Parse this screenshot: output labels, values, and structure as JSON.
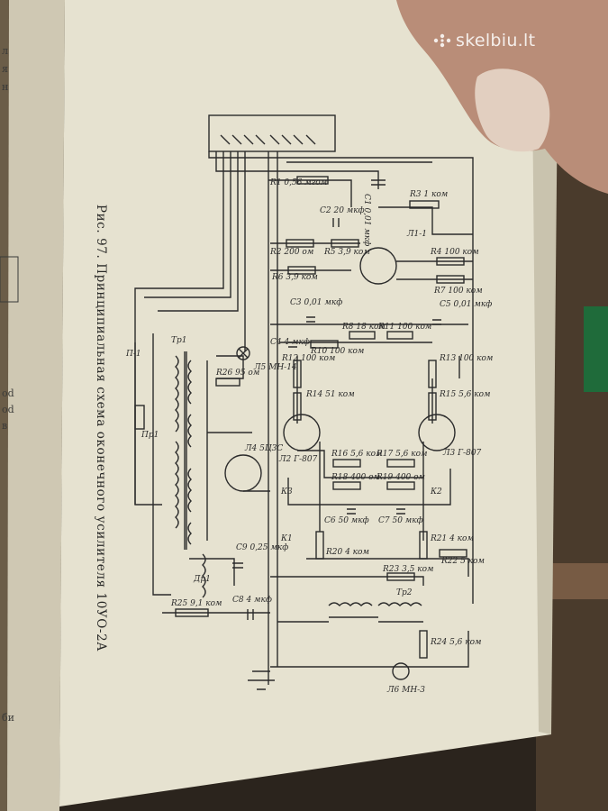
{
  "watermark": {
    "text": "skelbiu.lt",
    "color": "#ffffff"
  },
  "caption": "Рис. 97. Принципиальная схема оконечного усилителя 10УО-2А",
  "colors": {
    "page": "#e8e4d3",
    "ink": "#2b2b2b",
    "thumb": "#b98d78",
    "wood": "#4a3b2c"
  },
  "schematic_labels": {
    "r1": "R1 0,56 мгом",
    "c1": "C1 0,01 мкф",
    "r3": "R3 1 ком",
    "c2": "C2 20 мкф",
    "a1": "Л1-1",
    "r2": "R2 200 ом",
    "r5": "R5 3,9 ком",
    "r4": "R4 100 ком",
    "r6": "R6 3,9 ком",
    "r7": "R7 100 ком",
    "c3": "C3 0,01 мкф",
    "r8": "R8 18 ком",
    "r11": "R11 100 ком",
    "c5": "C5 0,01 мкф",
    "r10": "R10 100 ком",
    "c4": "C4 4 мкф",
    "r12": "R12 100 ком",
    "r13": "R13 100 ком",
    "r14": "R14 51 ком",
    "r15": "R15 5,6 ком",
    "l2": "Л2 Г-807",
    "l3": "Л3 Г-807",
    "r16": "R16 5,6 ком",
    "r17": "R17 5,6 ком",
    "r18": "R18 400 ом",
    "r19": "R19 400 ом",
    "c6": "C6 50 мкф",
    "c7": "C7 50 мкф",
    "r20": "R20 4 ком",
    "r21": "R21 4 ком",
    "r22": "R22 5 ком",
    "r23": "R23 3,5 ком",
    "r24": "R24 5,6 ком",
    "r25": "R25 9,1 ком",
    "c8": "C8 4 мкф",
    "c9": "C9 0,25 мкф",
    "r26": "R26 95 ом",
    "l4": "Л4 5Ц3С",
    "lamp": "Л5 МН-14",
    "neon": "Л6 МН-3",
    "tr1": "Тр1",
    "tr2": "Тр2",
    "dr1": "Др1",
    "pr": "Пр1",
    "sw": "П-1",
    "k1": "К1",
    "k2": "К2",
    "k3": "К3"
  }
}
